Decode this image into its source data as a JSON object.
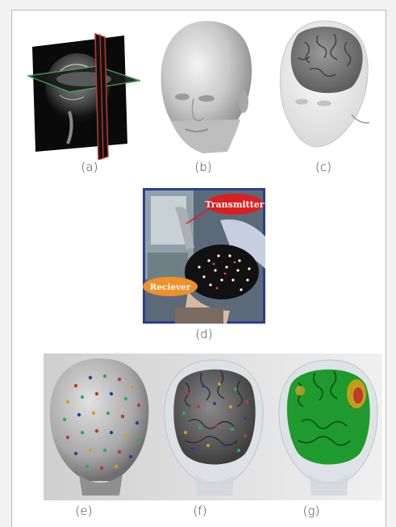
{
  "figure": {
    "labels": {
      "a": "(a)",
      "b": "(b)",
      "c": "(c)",
      "d": "(d)",
      "e": "(e)",
      "f": "(f)",
      "g": "(g)"
    },
    "photo_callouts": {
      "transmitter": "Transmitter",
      "receiver": "Reciever"
    }
  }
}
